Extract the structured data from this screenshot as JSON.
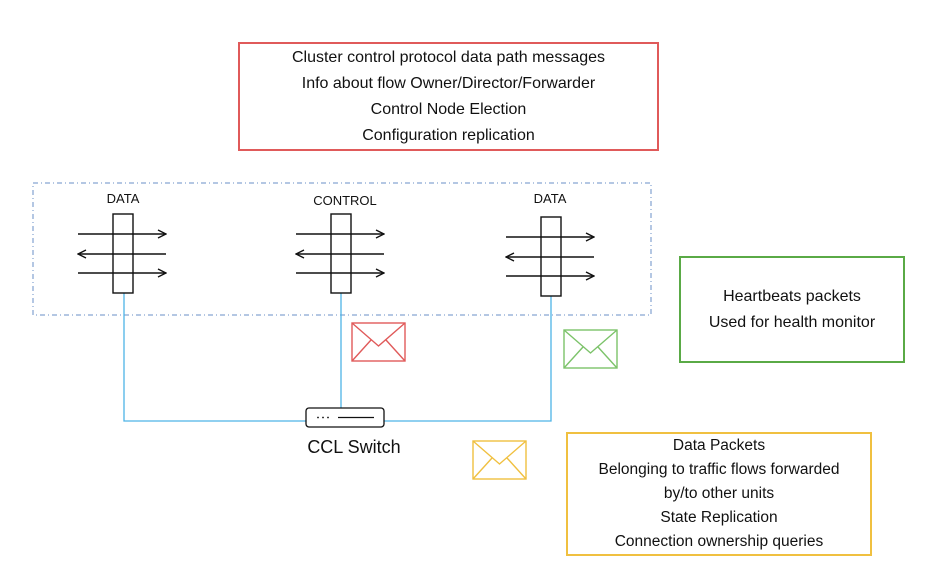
{
  "control_box": {
    "lines": [
      "Cluster control protocol data path messages",
      "Info about flow Owner/Director/Forwarder",
      "Control Node Election",
      "Configuration replication"
    ]
  },
  "health_box": {
    "lines": [
      "Heartbeats packets",
      "Used for health monitor"
    ]
  },
  "data_box": {
    "lines": [
      "Data Packets",
      "Belonging to traffic flows forwarded",
      "by/to other units",
      "State Replication",
      "Connection ownership queries"
    ]
  },
  "units": [
    {
      "label": "DATA"
    },
    {
      "label": "CONTROL"
    },
    {
      "label": "DATA"
    }
  ],
  "switch": {
    "label": "CCL Switch"
  },
  "colors": {
    "control": "#e05a5a",
    "health": "#5aaa46",
    "data": "#f0c040",
    "link": "#4db3e6",
    "cluster_border": "#6a8fc7"
  }
}
